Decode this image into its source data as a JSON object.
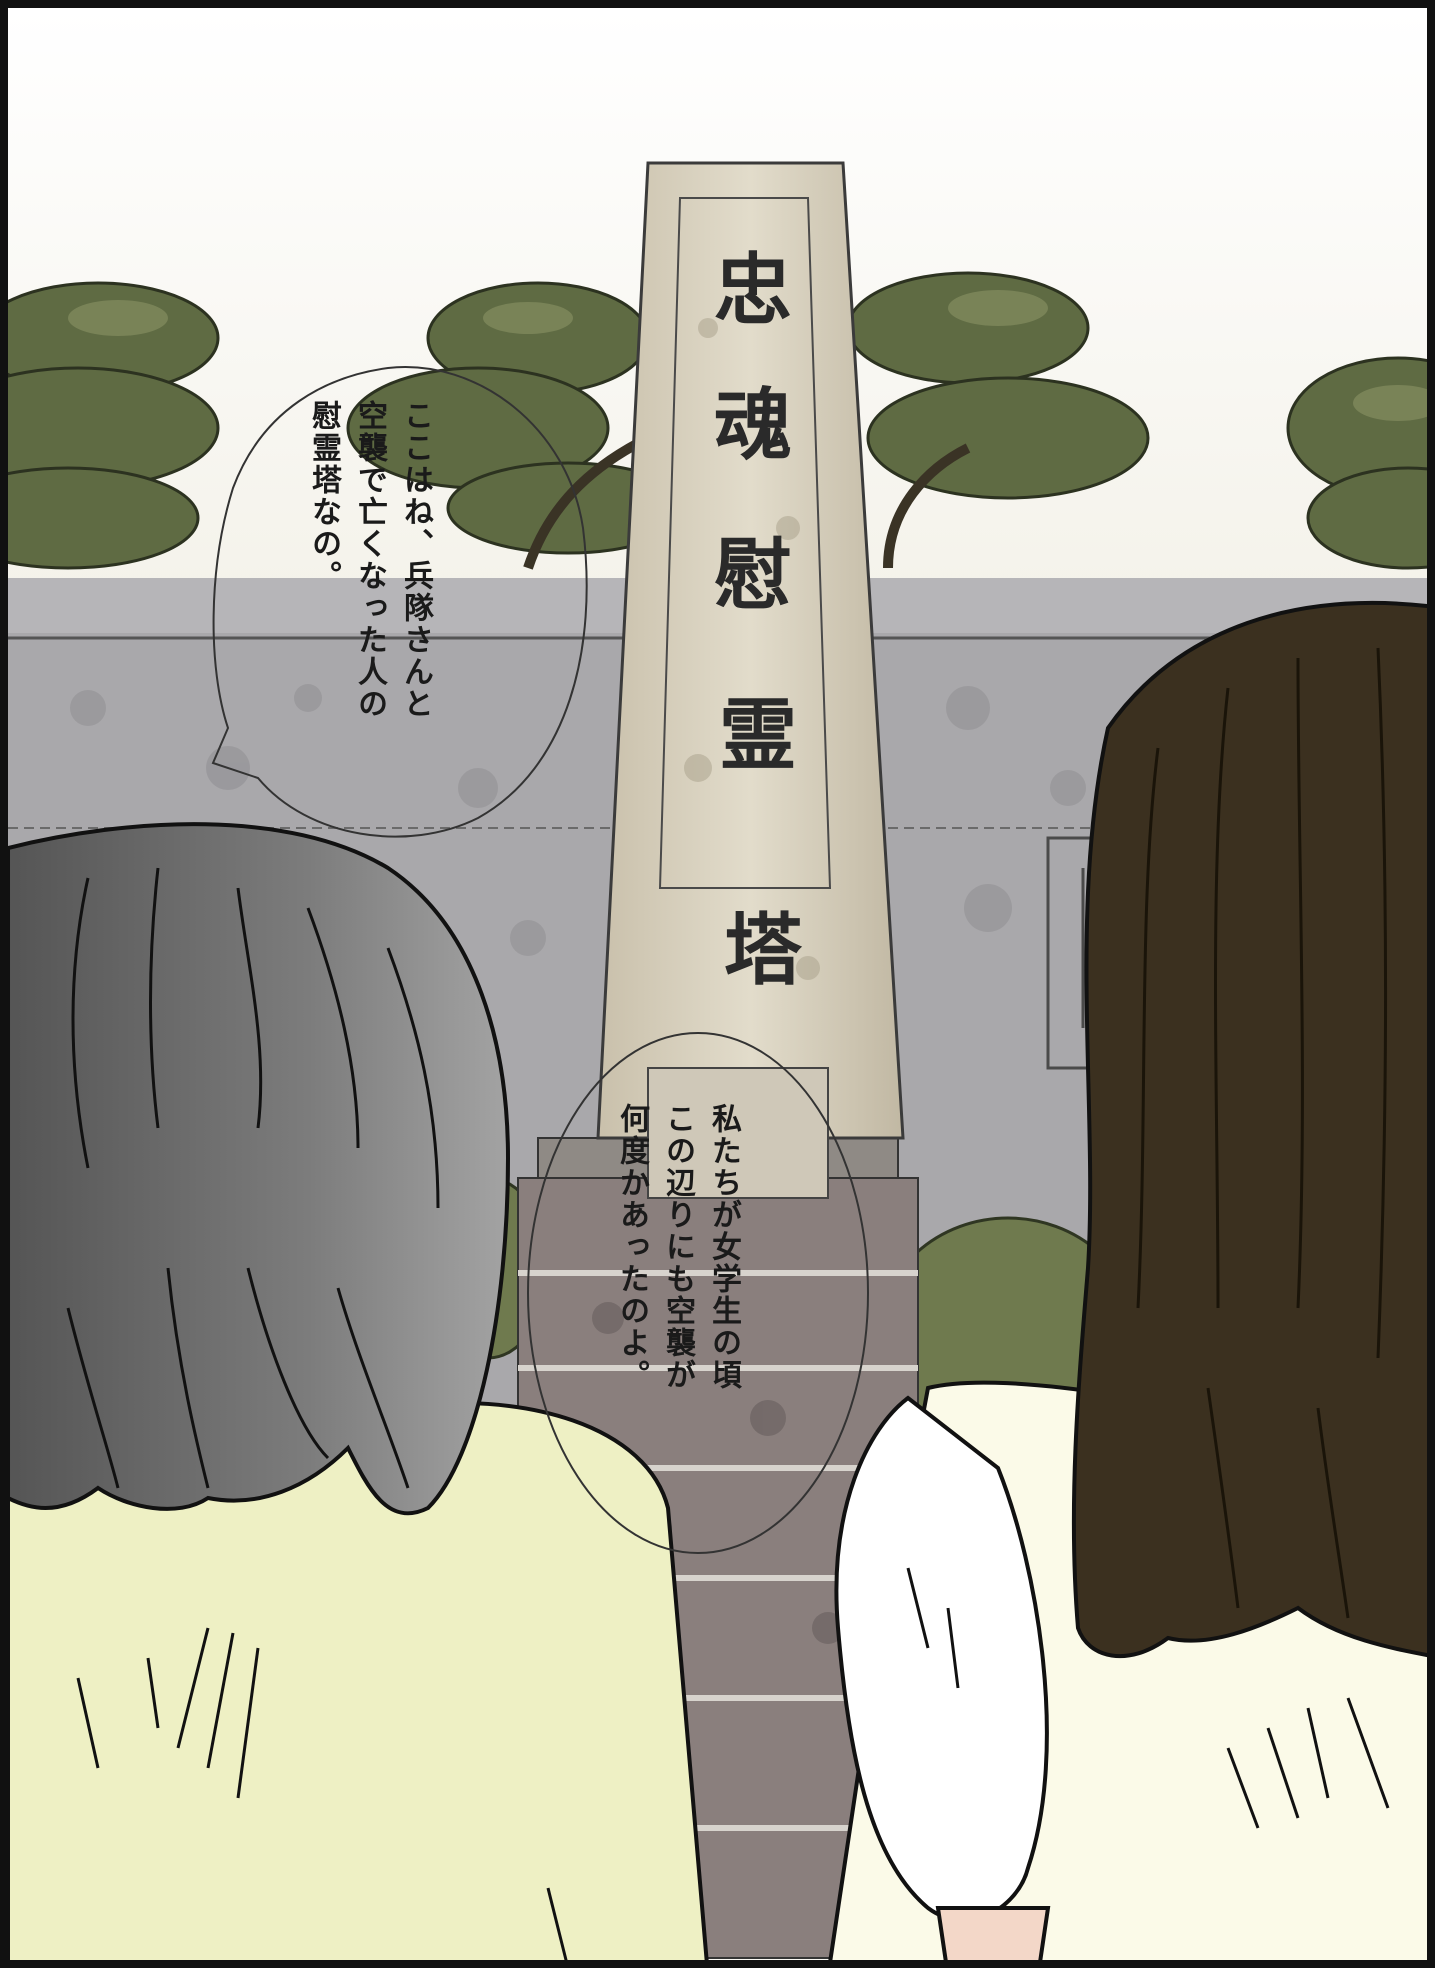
{
  "monument": {
    "inscription": [
      "忠",
      "魂",
      "慰",
      "霊",
      "塔"
    ]
  },
  "speech_bubbles": [
    {
      "speaker": "grandmother",
      "lines": [
        "ここはね、兵隊さんと",
        "空襲で亡くなった人の",
        "慰霊塔なの。"
      ]
    },
    {
      "speaker": "grandmother",
      "lines": [
        "私たちが女学生の頃",
        "この辺りにも空襲が",
        "何度かあったのよ。"
      ]
    }
  ],
  "colors": {
    "sky": "#fbfaf4",
    "tree": "#5c6a40",
    "wall": "#a9a8ab",
    "stone": "#d9d2c0",
    "left_hair": "#7a7a7a",
    "left_shirt": "#eef0c4",
    "right_hair": "#3a2f1f",
    "right_shirt": "#fbfae8",
    "outline": "#111111"
  }
}
